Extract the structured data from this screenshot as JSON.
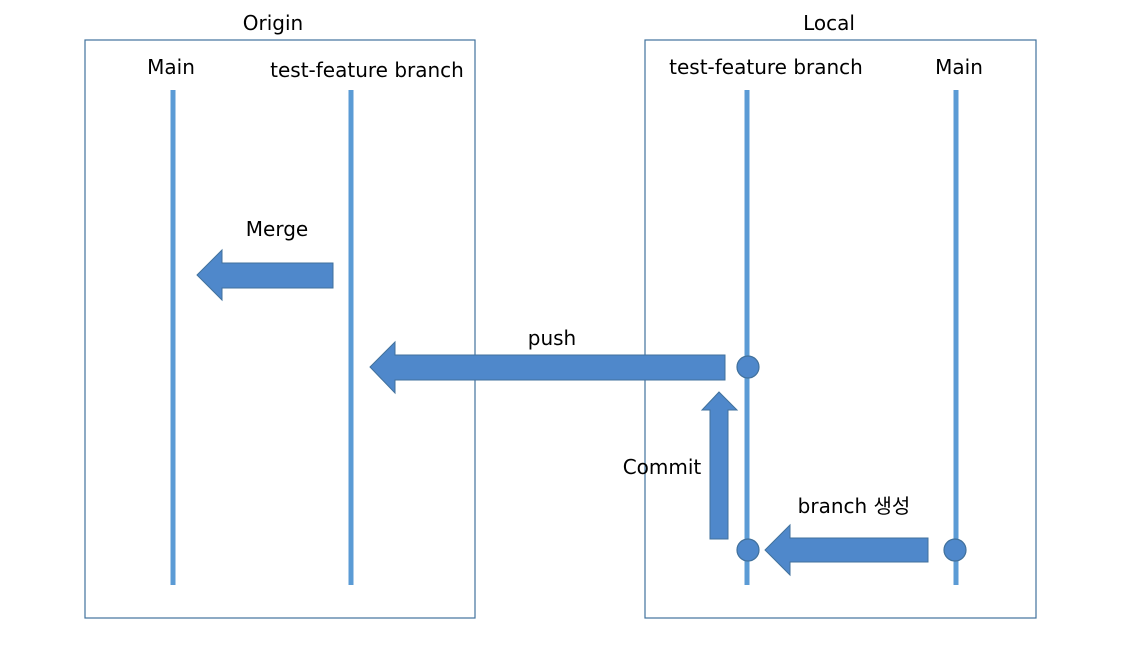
{
  "origin": {
    "title": "Origin",
    "main_label": "Main",
    "feature_label": "test-feature branch"
  },
  "local": {
    "title": "Local",
    "feature_label": "test-feature branch",
    "main_label": "Main"
  },
  "arrows": {
    "merge": "Merge",
    "push": "push",
    "commit": "Commit",
    "branch_create": "branch 생성"
  },
  "colors": {
    "line": "#5B9BD5",
    "fill": "#4F88CB",
    "stroke": "#41719C",
    "box": "#41719C"
  }
}
